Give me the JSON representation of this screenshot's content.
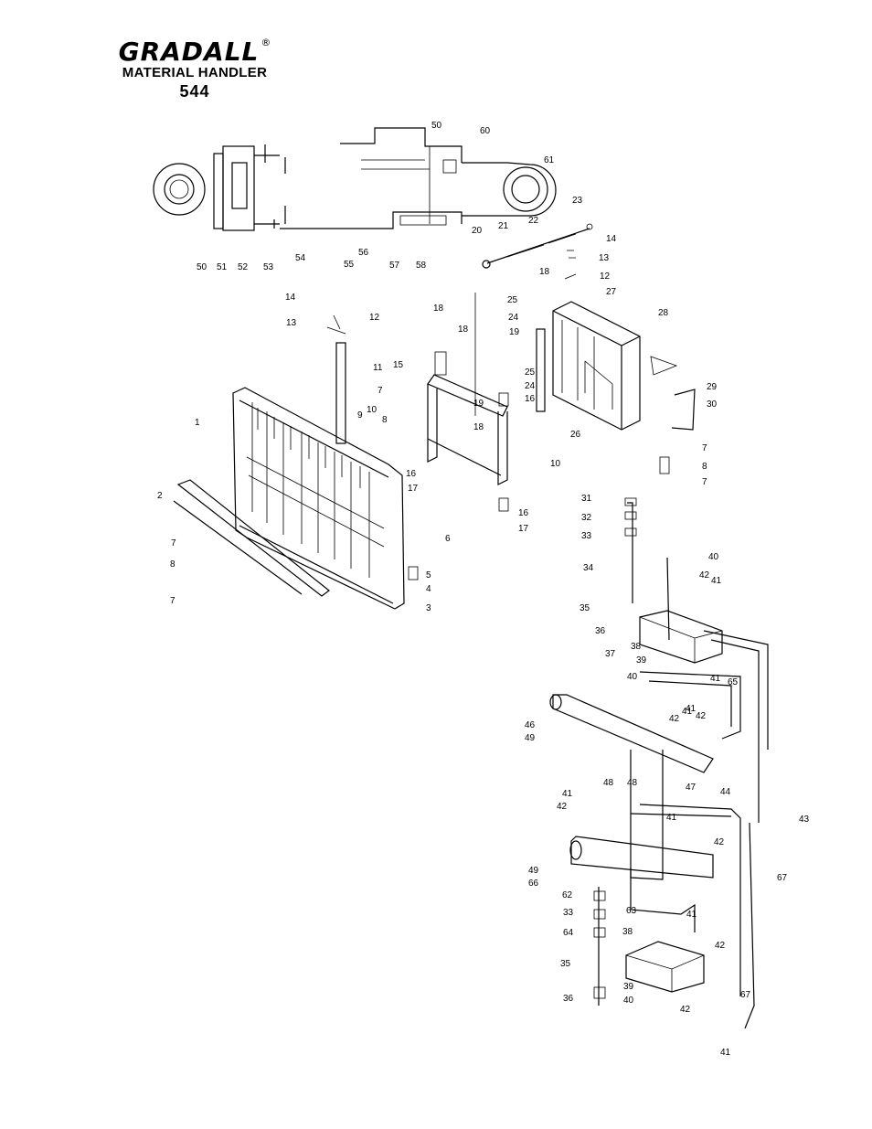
{
  "header": {
    "brand": "GRADALL",
    "registered": "®",
    "subtitle": "MATERIAL HANDLER",
    "model": "544"
  },
  "labels": [
    "50",
    "60",
    "61",
    "50",
    "51",
    "52",
    "53",
    "54",
    "55",
    "56",
    "57",
    "58",
    "20",
    "21",
    "22",
    "23",
    "14",
    "13",
    "12",
    "14",
    "13",
    "12",
    "11",
    "18",
    "18",
    "15",
    "19",
    "18",
    "7",
    "10",
    "9",
    "8",
    "25",
    "24",
    "19",
    "26",
    "27",
    "28",
    "18",
    "25",
    "24",
    "16",
    "10",
    "16",
    "17",
    "16",
    "17",
    "29",
    "30",
    "7",
    "8",
    "7",
    "1",
    "2",
    "7",
    "8",
    "7",
    "6",
    "5",
    "4",
    "3",
    "31",
    "32",
    "33",
    "34",
    "35",
    "36",
    "37",
    "40",
    "42",
    "41",
    "38",
    "39",
    "40",
    "65",
    "41",
    "42",
    "41",
    "46",
    "49",
    "42",
    "41",
    "48",
    "47",
    "44",
    "43",
    "41",
    "42",
    "41",
    "42",
    "48",
    "49",
    "66",
    "67",
    "62",
    "33",
    "64",
    "35",
    "36",
    "63",
    "41",
    "38",
    "42",
    "39",
    "40",
    "42",
    "67",
    "41"
  ]
}
